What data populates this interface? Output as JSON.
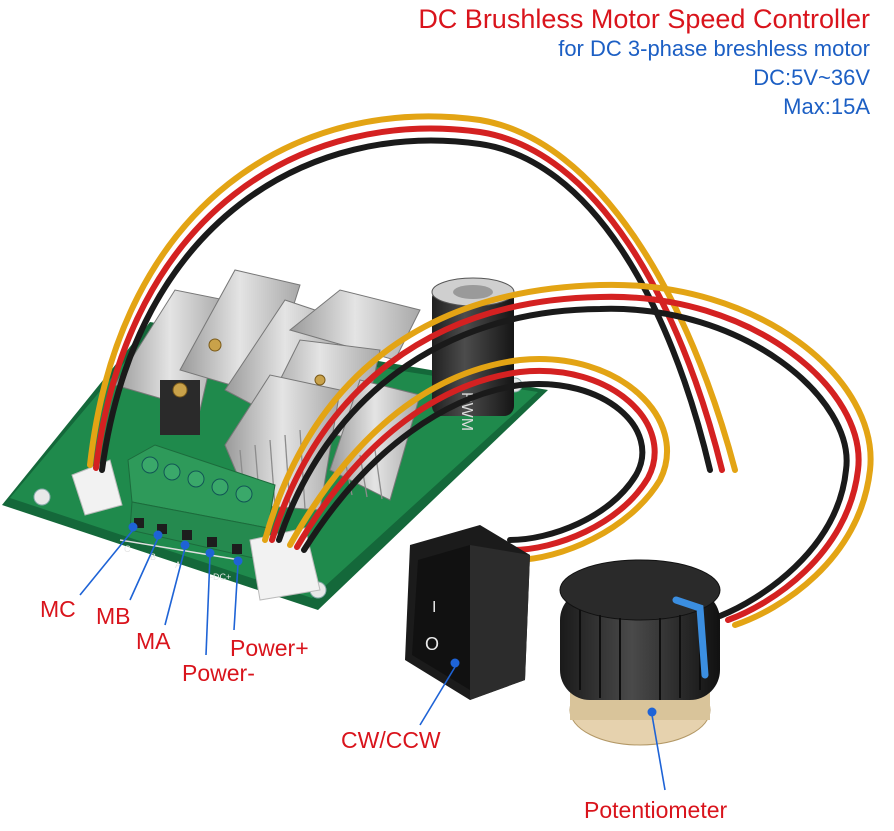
{
  "header": {
    "title": "DC Brushless Motor Speed Controller",
    "subtitle": "for DC 3-phase breshless motor",
    "voltage": "DC:5V~36V",
    "current": "Max:15A"
  },
  "labels": {
    "mc": "MC",
    "mb": "MB",
    "ma": "MA",
    "power_minus": "Power-",
    "power_plus": "Power+",
    "cw_ccw": "CW/CCW",
    "potentiometer": "Potentiometer"
  },
  "silkscreen": {
    "c": "C",
    "b": "B",
    "a": "A",
    "dc": "-DC+",
    "capacitor": "PWM"
  },
  "switch_marks": {
    "on": "I",
    "off": "O"
  },
  "colors": {
    "title": "#d9141c",
    "subtitle": "#1c5fc4",
    "pcb": "#1f8a4c",
    "terminal": "#2e9a5a",
    "pointer": "#1e63d6"
  }
}
